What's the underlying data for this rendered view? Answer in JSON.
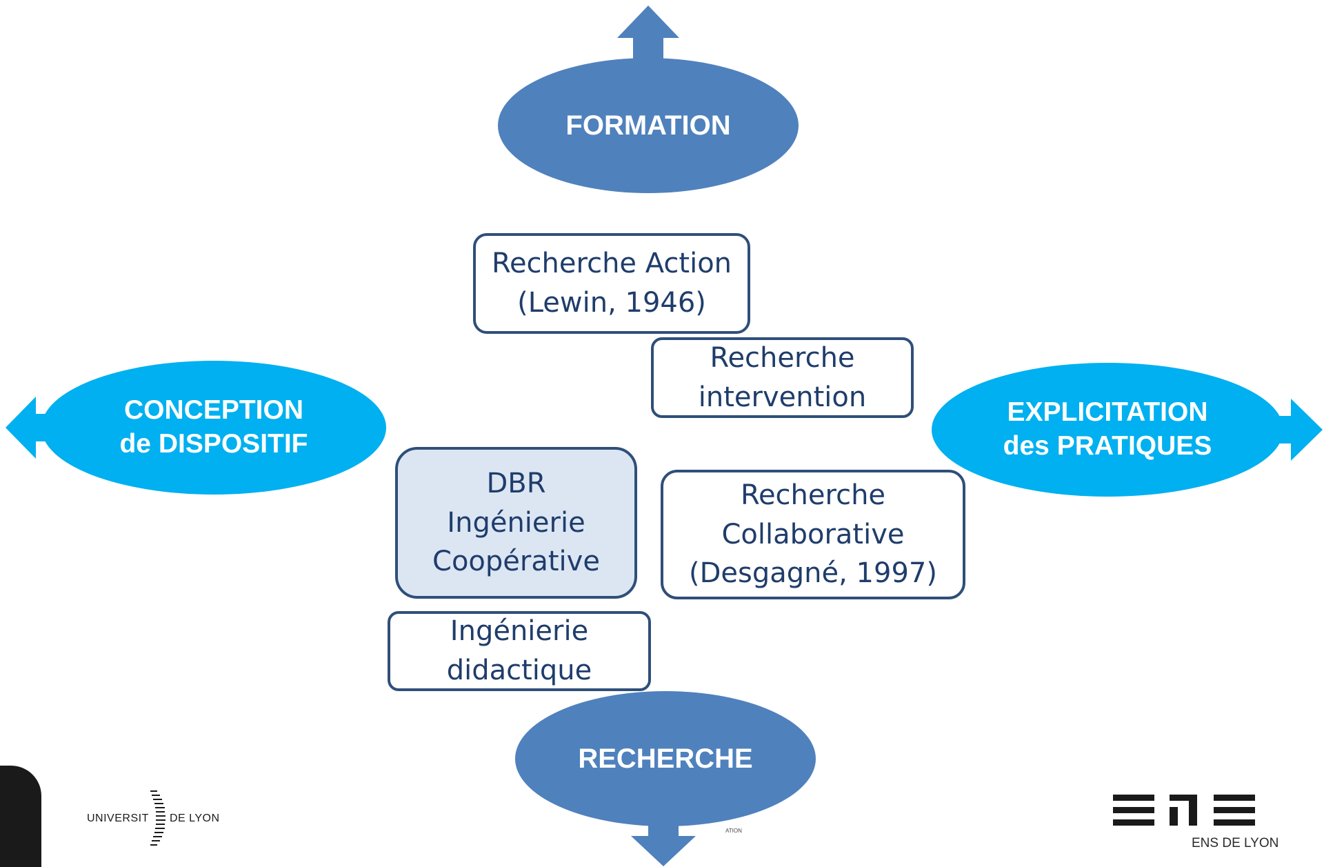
{
  "colors": {
    "vertical_ellipse": "#4f81bd",
    "horizontal_ellipse": "#00b0f0",
    "box_border": "#2f4f79",
    "box_text": "#1f3d6b",
    "highlight_fill": "#dce6f3"
  },
  "poles": {
    "top": {
      "label": "FORMATION",
      "arrow": "up"
    },
    "bottom": {
      "label": "RECHERCHE",
      "arrow": "down"
    },
    "left": {
      "line1": "CONCEPTION",
      "line2": "de DISPOSITIF",
      "arrow": "left"
    },
    "right": {
      "line1": "EXPLICITATION",
      "line2": "des PRATIQUES",
      "arrow": "right"
    }
  },
  "boxes": {
    "recherche_action": {
      "line1": "Recherche Action",
      "line2": "(Lewin, 1946)"
    },
    "recherche_intervention": {
      "line1": "Recherche",
      "line2": "intervention"
    },
    "dbr": {
      "line1": "DBR",
      "line2": "Ingénierie",
      "line3": "Coopérative",
      "highlighted": true
    },
    "recherche_collaborative": {
      "line1": "Recherche",
      "line2": "Collaborative",
      "line3": "(Desgagné, 1997)"
    },
    "ingenierie_didactique": {
      "line1": "Ingénierie",
      "line2": "didactique"
    }
  },
  "footer": {
    "univ_logo_text_left": "UNIVERSIT",
    "univ_logo_text_right": "DE LYON",
    "tiny_text": "ATION",
    "ens_caption": "ENS DE LYON"
  }
}
